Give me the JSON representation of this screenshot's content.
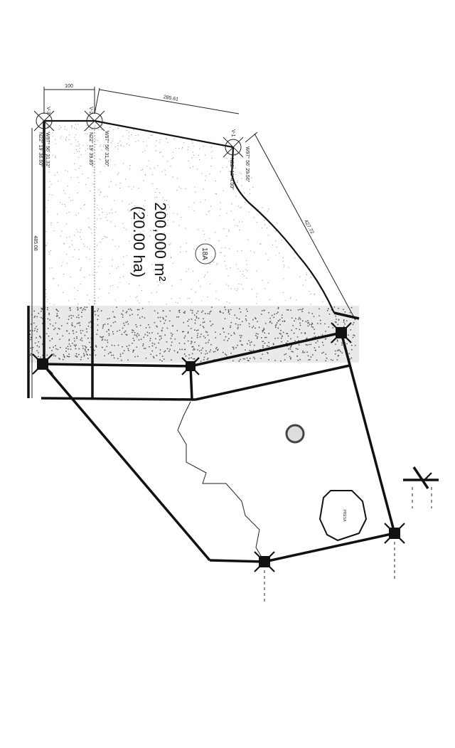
{
  "plot": {
    "lot_id": "18A",
    "area_m2": "200,000 m²",
    "area_ha": "(20.00 ha)",
    "dimensions": {
      "top_left": "100",
      "top_right": "285.61",
      "right": "427.72",
      "left": "485.08"
    },
    "vertices": [
      {
        "label": "V-3",
        "lon": "W97° 56' 31.32\"",
        "lat": "N22° 19' 36.60\""
      },
      {
        "label": "V-2",
        "lon": "W97° 56' 31.30\"",
        "lat": "N22° 19' 39.85\""
      },
      {
        "label": "V-1",
        "lon": "W97° 56' 29.56\"",
        "lat": "N22° 19' 4.00\""
      }
    ],
    "pond_label": "PRESA"
  }
}
